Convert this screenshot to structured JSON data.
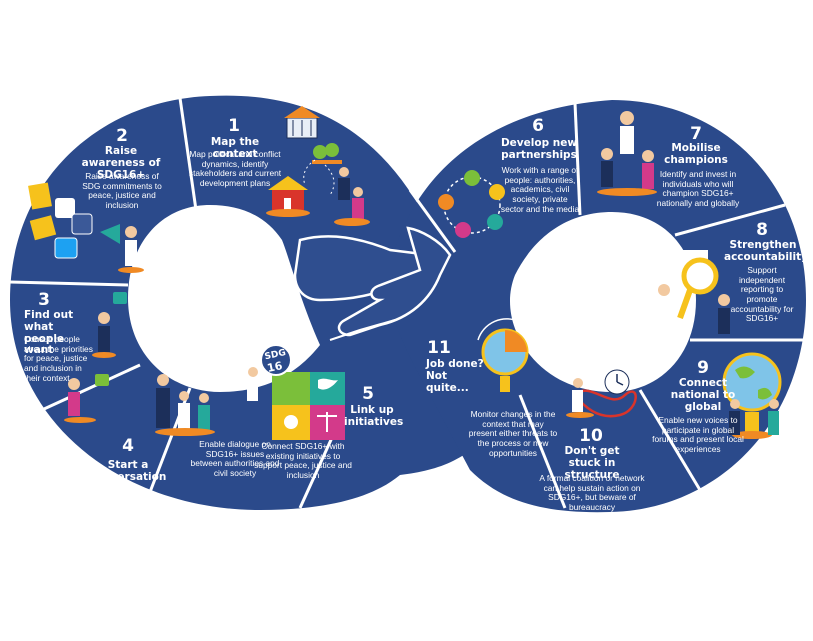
{
  "colors": {
    "band": "#2b4a8b",
    "band_dark": "#233f78",
    "divider": "#ffffff",
    "hand": "#2f4e8f",
    "orange": "#f08a24",
    "yellow": "#f6c21c",
    "teal": "#25a99b",
    "green": "#7bbf3a",
    "magenta": "#d33a8a",
    "red": "#d9342b"
  },
  "segments": [
    {
      "num": "1",
      "title": "Map the context",
      "desc": "Map political and conflict dynamics, identify stakeholders and current development plans"
    },
    {
      "num": "2",
      "title": "Raise awareness of SDG16+",
      "desc": "Raise awareness of SDG commitments to peace, justice and inclusion"
    },
    {
      "num": "3",
      "title": "Find out what people want",
      "desc": "Consult people about the priorities for peace, justice and inclusion in their context"
    },
    {
      "num": "4",
      "title": "Start a conversation",
      "desc": "Enable dialogue on SDG16+ issues between authorities and civil society"
    },
    {
      "num": "5",
      "title": "Link up initiatives",
      "desc": "Connect SDG16+ with existing initiatives to support peace, justice and inclusion"
    },
    {
      "num": "6",
      "title": "Develop new partnerships",
      "desc": "Work with a range of people: authorities, academics, civil society, private sector and the media"
    },
    {
      "num": "7",
      "title": "Mobilise champions",
      "desc": "Identify and invest in individuals who will champion SDG16+ nationally and globally"
    },
    {
      "num": "8",
      "title": "Strengthen accountability",
      "desc": "Support independent reporting to promote accountability for SDG16+"
    },
    {
      "num": "9",
      "title": "Connect national to global",
      "desc": "Enable new voices to participate in global forums and present local experiences"
    },
    {
      "num": "10",
      "title": "Don't get stuck in structure",
      "desc": "A formal coalition or network can help sustain action on SDG16+, but beware of bureaucracy"
    },
    {
      "num": "11",
      "title": "Job done? Not quite...",
      "desc": "Monitor changes in the context that may present either threats to the process or new opportunities"
    }
  ],
  "badge": {
    "line1": "SDG",
    "line2": "16"
  },
  "icons": [
    "government-building-icon",
    "tree-icon",
    "house-icon",
    "document-icon",
    "social-media-icon",
    "megaphone-icon",
    "speech-bubble-icon",
    "globe-icon",
    "clock-icon",
    "handshake-icon",
    "padlock-icon",
    "peace-dove-icon",
    "justice-scales-icon",
    "magnifier-icon"
  ]
}
